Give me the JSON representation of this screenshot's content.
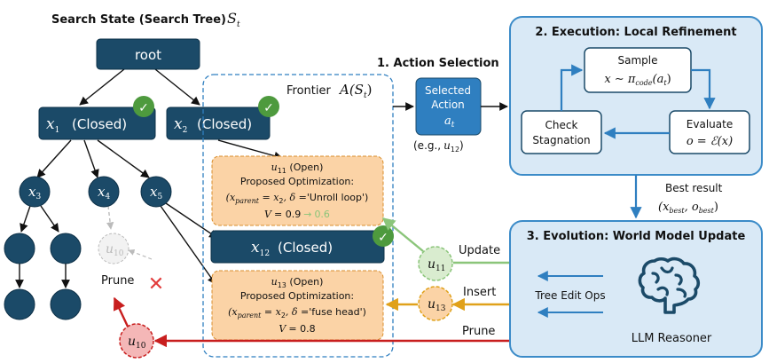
{
  "colors": {
    "navy": "#1b4a68",
    "navy_stroke": "#0e3148",
    "blue_fill": "#d9e9f6",
    "blue_stroke": "#3b8bc8",
    "frontier_stroke": "#2f7fc0",
    "orange_fill": "#fbd3a6",
    "orange_stroke": "#d98e2c",
    "green": "#8bc57a",
    "green_fill": "#d9eccf",
    "check_green": "#4e9a3e",
    "gold": "#e0a11a",
    "red": "#c81e1e",
    "red_fill": "#f4b7b7",
    "prune_gray": "#bbbbbb"
  },
  "search_state": {
    "title": "Search State (Search Tree)",
    "title_math_base": "S",
    "title_math_sub": "t",
    "root": "root",
    "x1_label": "(Closed)",
    "x2_label": "(Closed)",
    "x1_base": "x",
    "x1_sub": "1",
    "x2_base": "x",
    "x2_sub": "2",
    "x3_base": "x",
    "x3_sub": "3",
    "x4_base": "x",
    "x4_sub": "4",
    "x5_base": "x",
    "x5_sub": "5",
    "u10_base": "u",
    "u10_sub": "10",
    "prune_label": "Prune",
    "prune_mark": "✕",
    "check_mark": "✓"
  },
  "frontier": {
    "label": "Frontier",
    "math": "A(S",
    "math_sub": "t",
    "math_close": ")",
    "u11": {
      "name_base": "u",
      "name_sub": "11",
      "name_tail": " (Open)",
      "line2": "Proposed Optimization:",
      "line3_open": "(x",
      "line3_sub": "parent",
      "line3_mid": " = x",
      "line3_sub2": "2",
      "line3_tail": ", δ =",
      "line3_str": "'Unroll loop')",
      "v_label": "V",
      "v_old": "= 0.9",
      "v_arrow": "→",
      "v_new": "0.6"
    },
    "x12": {
      "base": "x",
      "sub": "12",
      "label": "(Closed)"
    },
    "u13": {
      "name_base": "u",
      "name_sub": "13",
      "name_tail": " (Open)",
      "line2": "Proposed Optimization:",
      "line3_open": "(x",
      "line3_sub": "parent",
      "line3_mid": " = x",
      "line3_sub2": "2",
      "line3_tail": ", δ =",
      "line3_str": "'fuse head')",
      "v_label": "V",
      "v_val": "= 0.8"
    }
  },
  "action_selection": {
    "title": "1. Action Selection",
    "box_line1": "Selected",
    "box_line2": "Action",
    "box_math_base": "a",
    "box_math_sub": "t",
    "eg_prefix": "(e.g.,",
    "eg_base": "u",
    "eg_sub": "12",
    "eg_suffix": ")"
  },
  "execution": {
    "title": "2. Execution: Local Refinement",
    "sample": "Sample",
    "sample_math": "x ∼ π",
    "sample_math_sub": "code",
    "sample_math_tail": "(a",
    "sample_math_tail_sub": "t",
    "sample_math_close": ")",
    "check_line1": "Check",
    "check_line2": "Stagnation",
    "evaluate": "Evaluate",
    "evaluate_math": "o = ℰ(x)"
  },
  "best_result": {
    "line1": "Best result",
    "math_open": "(x",
    "math_sub1": "best",
    "math_mid": ", o",
    "math_sub2": "best",
    "math_close": ")"
  },
  "evolution": {
    "title": "3. Evolution: World Model Update",
    "tree_edit_ops": "Tree Edit Ops",
    "reasoner": "LLM Reasoner"
  },
  "flow": {
    "update": "Update",
    "insert": "Insert",
    "prune": "Prune",
    "u11_base": "u",
    "u11_sub": "11",
    "u13_base": "u",
    "u13_sub": "13",
    "u10_base": "u",
    "u10_sub": "10"
  }
}
